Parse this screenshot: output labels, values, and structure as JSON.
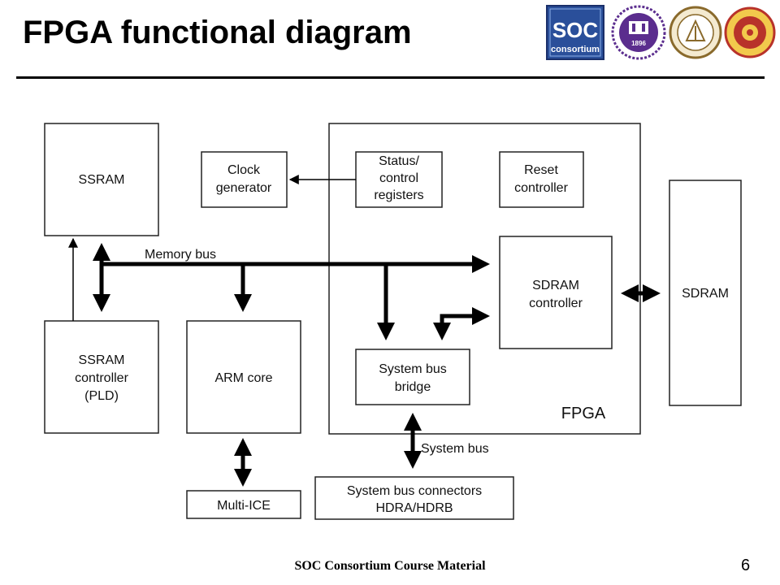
{
  "slide": {
    "title": "FPGA functional diagram",
    "footer": "SOC Consortium Course Material",
    "page_number": "6"
  },
  "logos": {
    "soc_logo": {
      "line1": "SOC",
      "line2": "consortium",
      "colors": {
        "bg": "#2a4f9a",
        "text": "#ffffff"
      }
    },
    "university_seal_1": {
      "year": "1896",
      "color": "#5b2d8e"
    },
    "university_seal_2": {
      "color": "#8a6a2c"
    },
    "university_seal_3": {
      "color": "#b8322a"
    }
  },
  "diagram": {
    "ssram": "SSRAM",
    "clock_generator": [
      "Clock",
      "generator"
    ],
    "status_control_registers": [
      "Status/",
      "control",
      "registers"
    ],
    "reset_controller": [
      "Reset",
      "controller"
    ],
    "sdram_controller": [
      "SDRAM",
      "controller"
    ],
    "sdram": "SDRAM",
    "ssram_controller": [
      "SSRAM",
      "controller",
      "(PLD)"
    ],
    "arm_core": "ARM core",
    "system_bus_bridge": [
      "System bus",
      "bridge"
    ],
    "fpga": "FPGA",
    "multi_ice": "Multi-ICE",
    "system_bus_connectors": [
      "System bus connectors",
      "HDRA/HDRB"
    ],
    "memory_bus": "Memory bus",
    "system_bus": "System bus"
  }
}
